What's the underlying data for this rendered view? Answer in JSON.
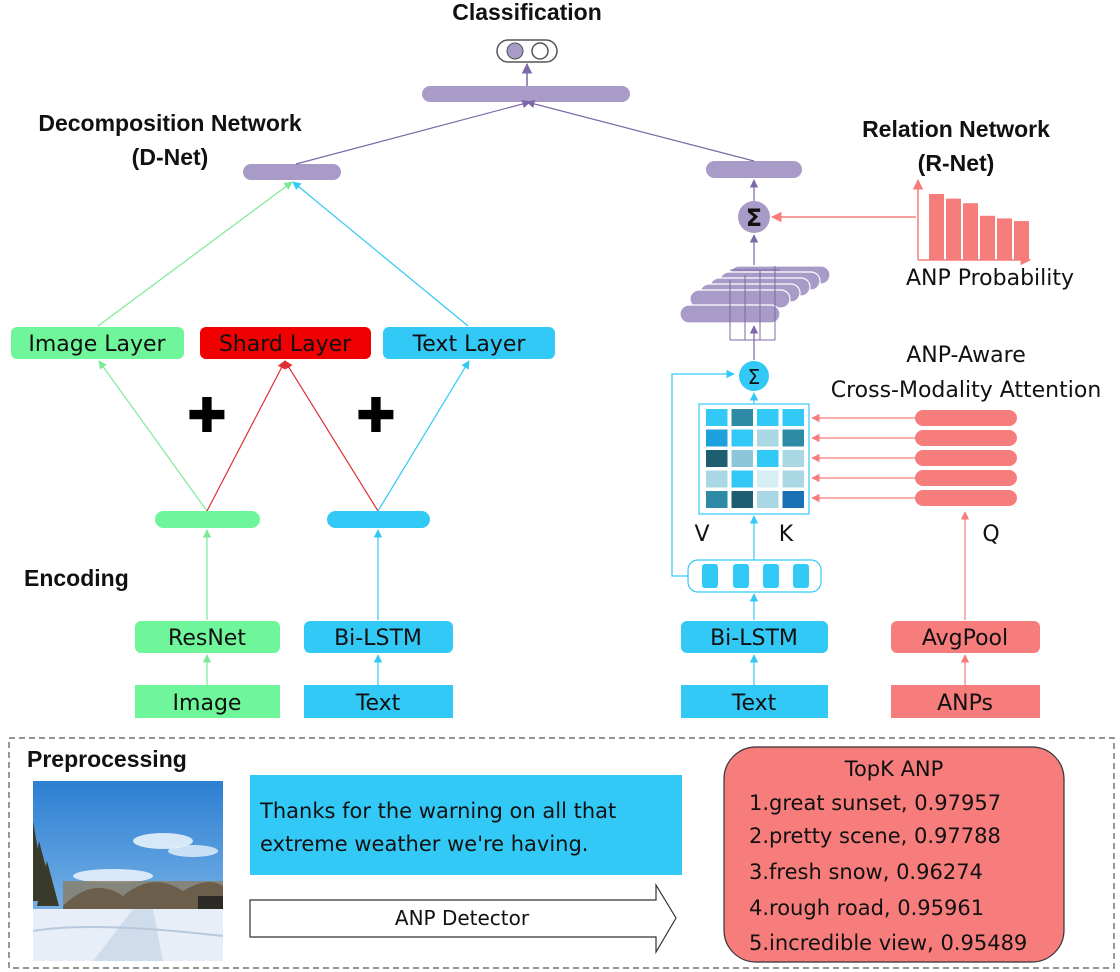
{
  "titles": {
    "classification": "Classification",
    "decomposition_line1": "Decomposition Network",
    "decomposition_line2": "(D-Net)",
    "relation_line1": "Relation Network",
    "relation_line2": "(R-Net)",
    "encoding": "Encoding",
    "preprocessing": "Preprocessing"
  },
  "dnet": {
    "image_layer": "Image Layer",
    "shard_layer": "Shard Layer",
    "text_layer": "Text Layer",
    "resnet": "ResNet",
    "bilstm": "Bi-LSTM",
    "image_input": "Image",
    "text_input": "Text",
    "plus_symbol": "✚"
  },
  "rnet": {
    "anp_probability": "ANP Probability",
    "attention_line1": "ANP-Aware",
    "attention_line2": "Cross-Modality Attention",
    "v_label": "V",
    "k_label": "K",
    "q_label": "Q",
    "bilstm": "Bi-LSTM",
    "avgpool": "AvgPool",
    "text_input": "Text",
    "anps_input": "ANPs",
    "sum_symbol": "Σ",
    "bar_values": [
      1.0,
      0.93,
      0.86,
      0.67,
      0.63,
      0.59
    ]
  },
  "attention_matrix": [
    [
      "#33c9f6",
      "#2f8aa6",
      "#33c9f6",
      "#33c9f6"
    ],
    [
      "#1ea0dc",
      "#33c9f6",
      "#a9d7e3",
      "#2f8aa6"
    ],
    [
      "#1f5e70",
      "#8cc6d8",
      "#33c9f6",
      "#a9d7e3"
    ],
    [
      "#a9d7e3",
      "#33c9f6",
      "#d6eef4",
      "#a9d7e3"
    ],
    [
      "#2f8aa6",
      "#1f5e70",
      "#a9d7e3",
      "#1a6fb5"
    ]
  ],
  "preprocessing": {
    "tweet_text": "Thanks for the warning on all that extreme weather we're having.",
    "anp_detector": "ANP Detector",
    "topk_title": "TopK ANP",
    "topk_items": [
      "1.great sunset, 0.97957",
      "2.pretty scene, 0.97788",
      "3.fresh snow, 0.96274",
      "4.rough road, 0.95961",
      "5.incredible view, 0.95489"
    ]
  },
  "colors": {
    "green": "#6ff59a",
    "red": "#f00000",
    "blue": "#33c9f6",
    "purple": "#a99bc8",
    "salmon": "#f77c7c",
    "purple_line": "#7d68a8"
  }
}
